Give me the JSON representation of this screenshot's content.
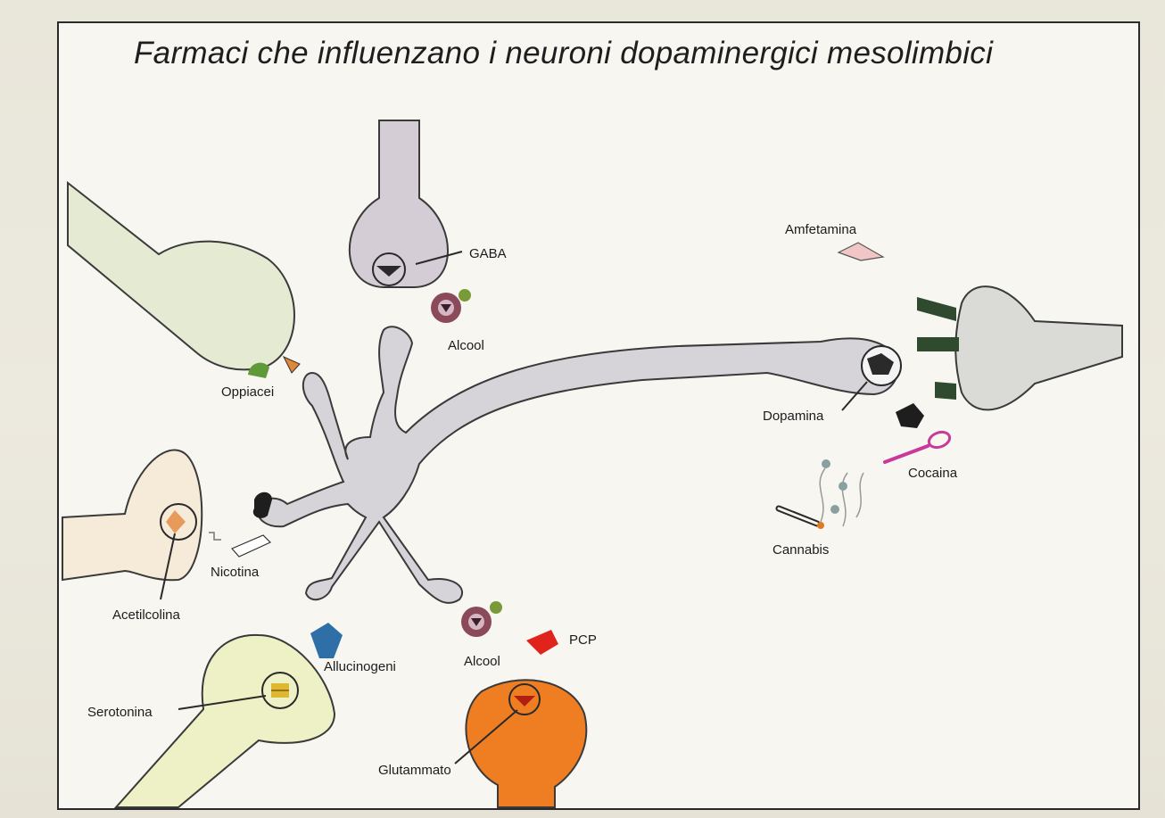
{
  "title": "Farmaci che influenzano i neuroni dopaminergici mesolimbici",
  "labels": {
    "gaba": "GABA",
    "alcool_top": "Alcool",
    "oppiacei": "Oppiacei",
    "amfetamina": "Amfetamina",
    "dopamina": "Dopamina",
    "cocaina": "Cocaina",
    "cannabis": "Cannabis",
    "nicotina": "Nicotina",
    "acetilcolina": "Acetilcolina",
    "allucinogeni": "Allucinogeni",
    "alcool_bottom": "Alcool",
    "pcp": "PCP",
    "serotonina": "Serotonina",
    "glutammato": "Glutammato"
  },
  "colors": {
    "neuron_grey": "#d7d4d9",
    "gaba_neuron": "#d5cdd5",
    "green_neuron": "#e4ebd2",
    "acetylcholine_neuron": "#f6ead8",
    "serotonin_neuron": "#eef0c6",
    "glutamate_neuron": "#ef7d22",
    "receptor_dark_green": "#2f4a2f",
    "alcohol_maroon": "#8a4a5a",
    "opiate_green": "#5e9a3a",
    "amphetamine_pink": "#f0c6c6",
    "cocaine_magenta": "#c83a9a",
    "hallucinogen_blue": "#2f6fa8",
    "pcp_red": "#e0241c"
  }
}
